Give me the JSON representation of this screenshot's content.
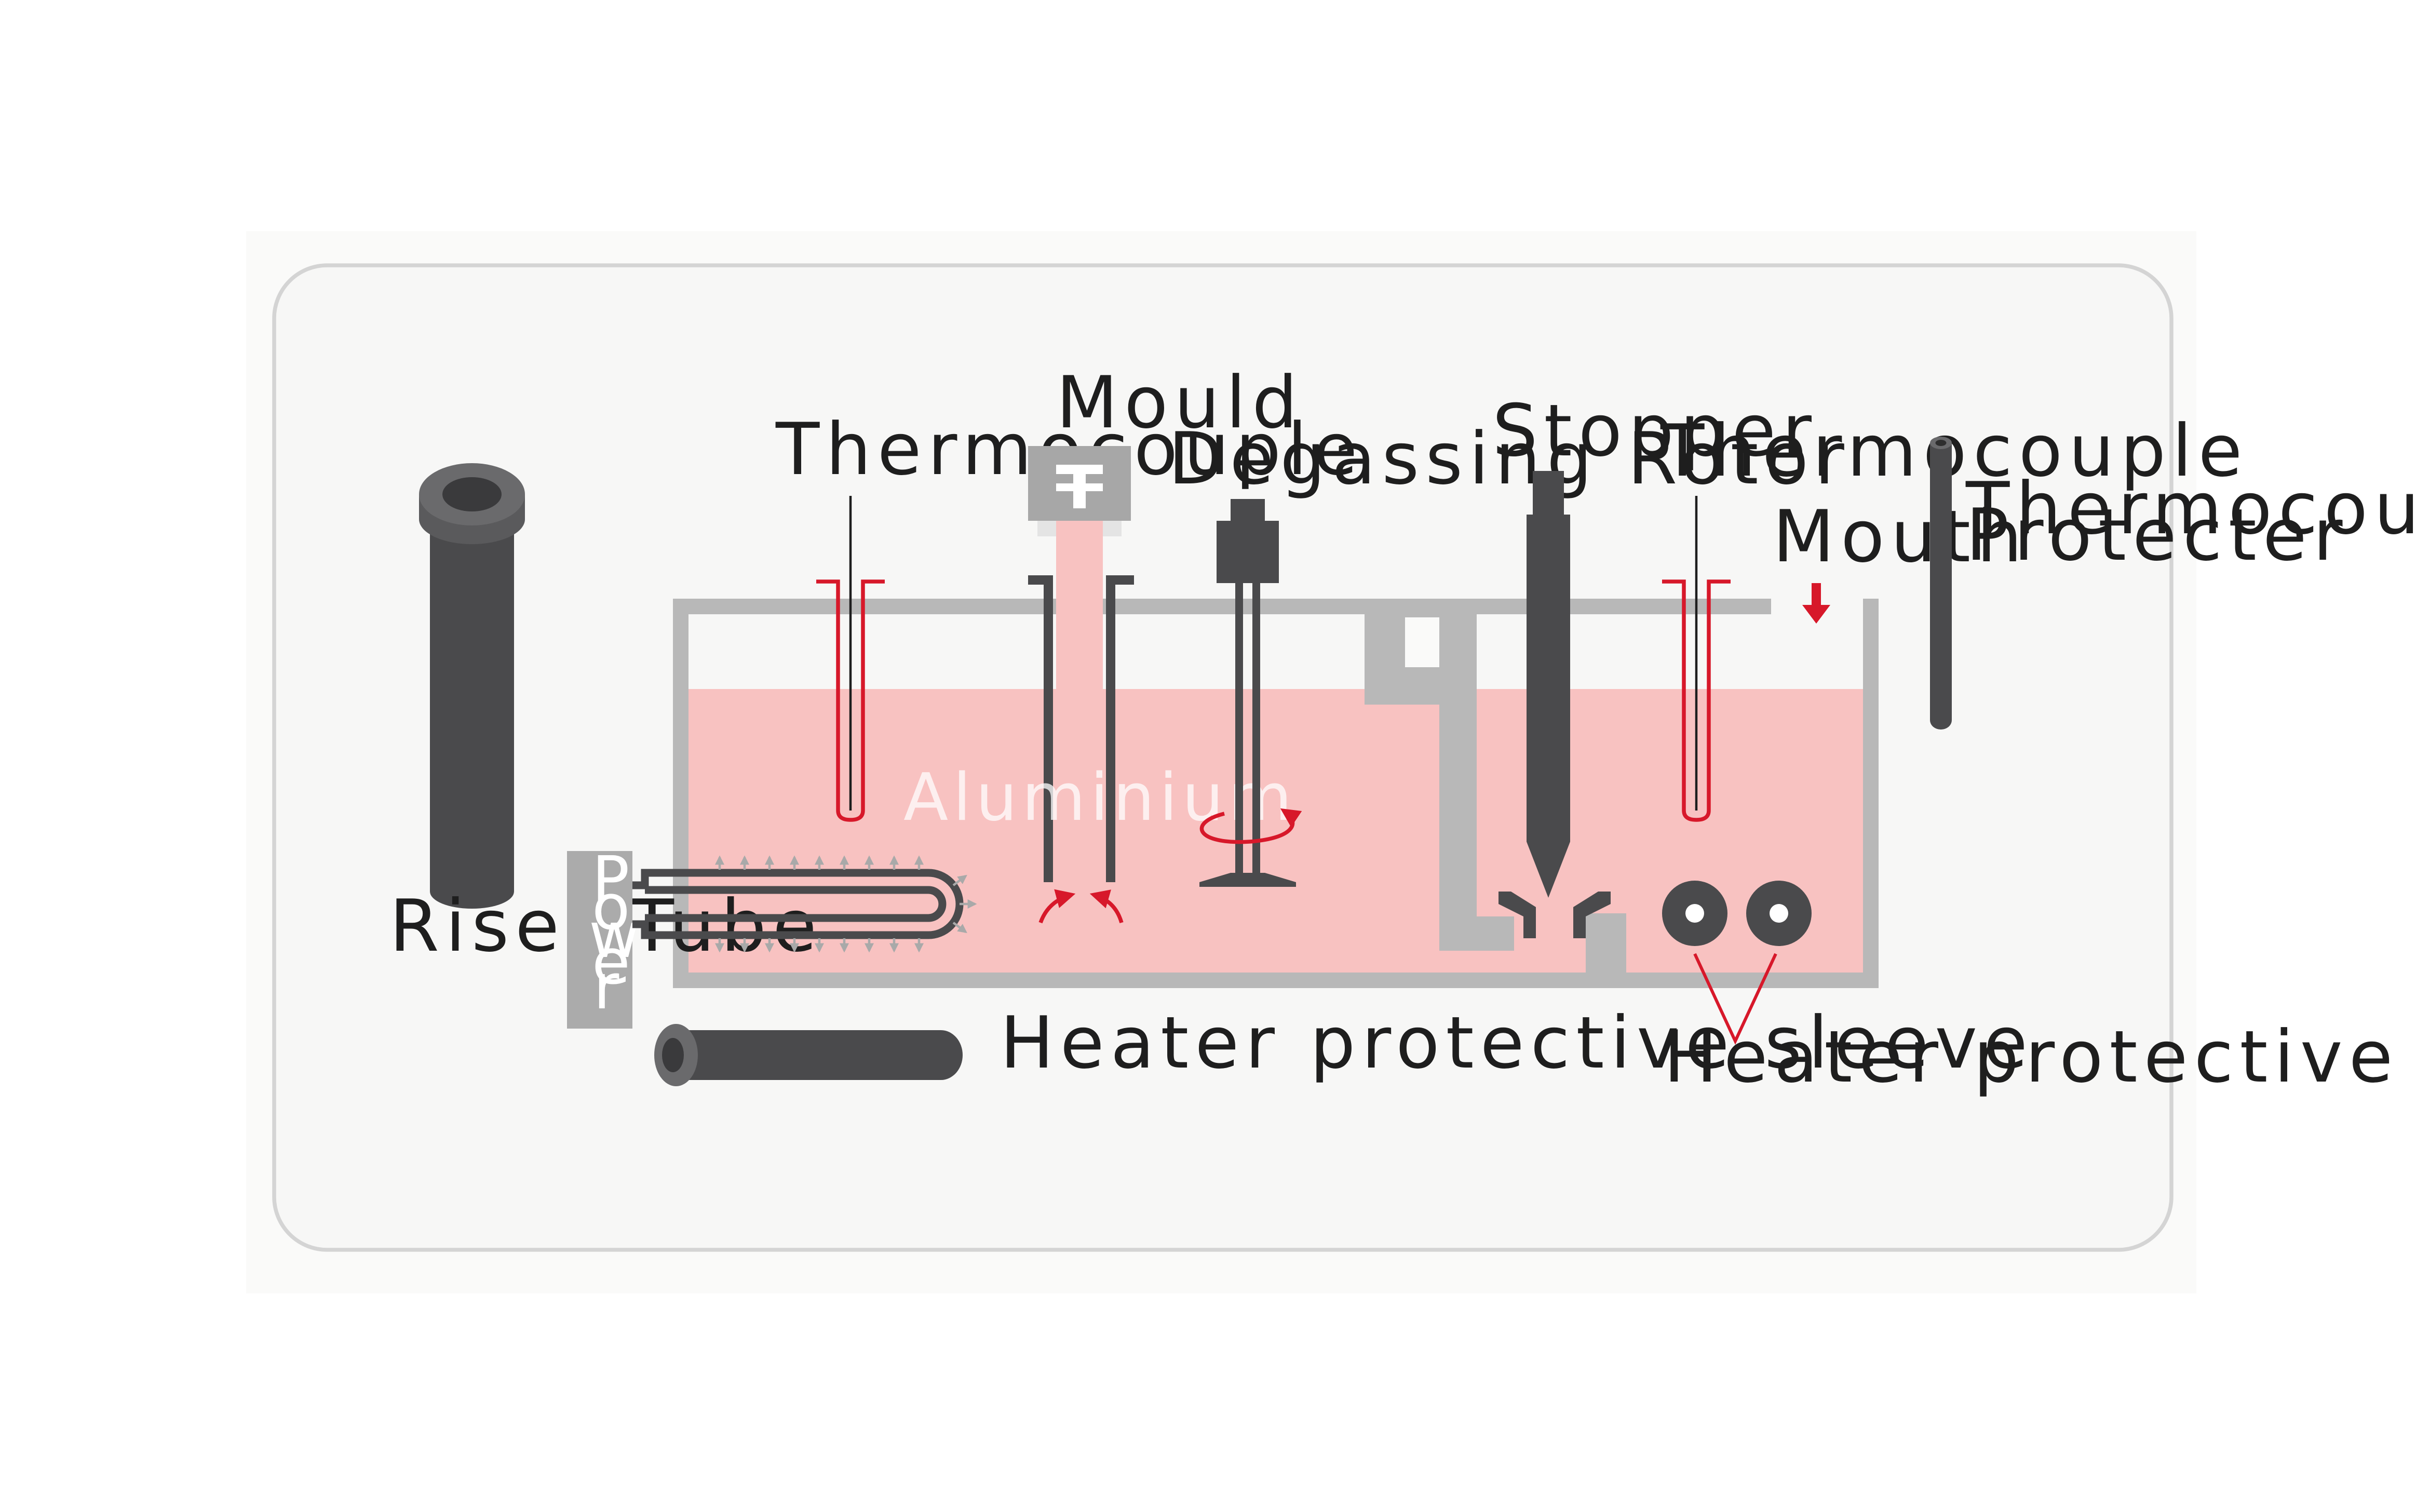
{
  "labels": {
    "riser_tube": "Riser Tube",
    "thermocouple_left": "Thermocouple",
    "mould": "Mould",
    "degassing_rotor": "Degassing Rotor",
    "stopper": "Stopper",
    "thermocouple_right": "Thermocouple",
    "mouth": "Mouth",
    "thermocouple_protecter_line1": "Thermocouple",
    "thermocouple_protecter_line2": "Protecter",
    "aluminium": "Aluminium",
    "heater_sleeve_left": "Heater protective sleeve",
    "heater_sleeve_right": "Heater protective sleeve",
    "power_letters": [
      "P",
      "o",
      "w",
      "e",
      "r"
    ]
  },
  "colors": {
    "panel_bg": "#f7f7f6",
    "panel_border": "#d4d4d4",
    "furnace_wall": "#b8b8b8",
    "molten_aluminium": "#f8c2c1",
    "dark_component": "#4a4a4c",
    "accent_red": "#d7182a",
    "text": "#1e1e1e"
  },
  "icons": {
    "mouth_arrow": "arrow-down-icon",
    "rotor_rotation": "rotation-arrow-icon",
    "flow_arrows": "curved-arrow-icon"
  }
}
